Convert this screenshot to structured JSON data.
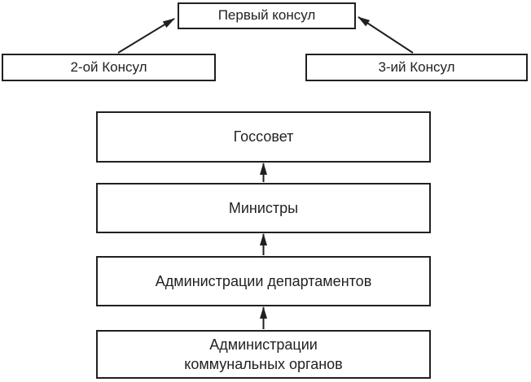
{
  "diagram": {
    "nodes": {
      "first_consul": {
        "label": "Первый консул"
      },
      "second_consul": {
        "label": "2-ой Консул"
      },
      "third_consul": {
        "label": "3-ий Консул"
      },
      "state_council": {
        "label": "Госсовет"
      },
      "ministers": {
        "label": "Министры"
      },
      "department_administrations": {
        "label": "Администрации департаментов"
      },
      "communal_administrations": {
        "label": "Администрации\nкоммунальных органов"
      }
    },
    "edges": [
      {
        "from": "second_consul",
        "to": "first_consul"
      },
      {
        "from": "third_consul",
        "to": "first_consul"
      },
      {
        "from": "ministers",
        "to": "state_council"
      },
      {
        "from": "department_administrations",
        "to": "ministers"
      },
      {
        "from": "communal_administrations",
        "to": "department_administrations"
      }
    ],
    "colors": {
      "line": "#231f20",
      "box_background": "#ffffff"
    }
  }
}
